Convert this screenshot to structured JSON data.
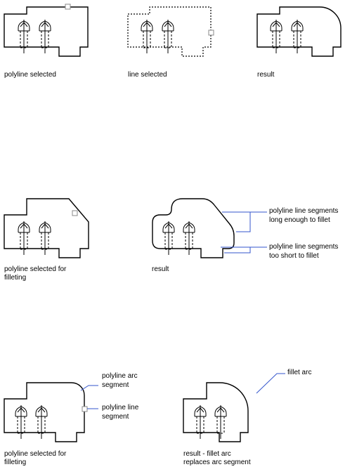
{
  "colors": {
    "outline": "#000000",
    "leader": "#3355cc",
    "grip": "#888888",
    "background": "#ffffff"
  },
  "row1": {
    "polyline_selected": "polyline selected",
    "line_selected": "line selected",
    "result": "result"
  },
  "row2": {
    "selected_line1": "polyline selected for",
    "selected_line2": "filleting",
    "result": "result",
    "long_line1": "polyline line segments",
    "long_line2": "long enough to fillet",
    "short_line1": "polyline line segments",
    "short_line2": "too short to fillet"
  },
  "row3": {
    "selected_line1": "polyline selected for",
    "selected_line2": "filleting",
    "arc_line1": "polyline arc",
    "arc_line2": "segment",
    "line_seg_line1": "polyline line",
    "line_seg_line2": "segment",
    "fillet_arc": "fillet arc",
    "result_line1": "result - fillet arc",
    "result_line2": "replaces arc segment"
  },
  "icons": {
    "grip": "square-grip-icon"
  }
}
